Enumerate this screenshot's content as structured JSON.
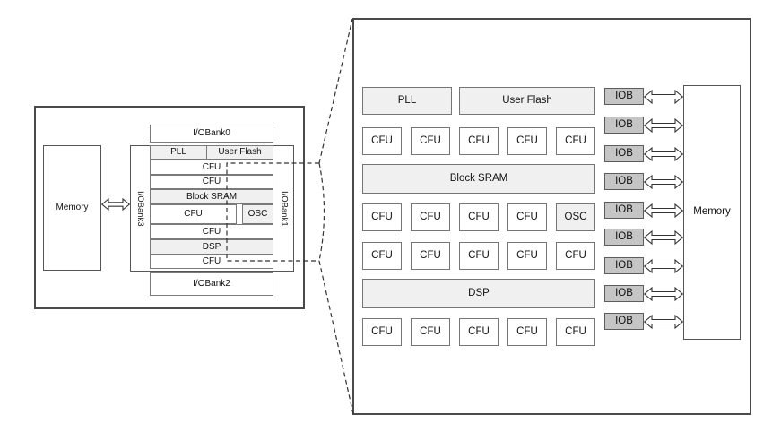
{
  "colors": {
    "background": "#ffffff",
    "macro_block_fill": "#f0f0f0",
    "iob_fill": "#c5c5c5",
    "outline_dark": "#4a4a4a",
    "outline_mid": "#757575",
    "text": "#111111"
  },
  "overview": {
    "memory_label": "Memory",
    "iobank0": "I/OBank0",
    "iobank1": "I/OBank1",
    "iobank2": "I/OBank2",
    "iobank3": "I/OBank3",
    "rows": [
      {
        "cells": [
          {
            "label": "PLL"
          },
          {
            "label": "User Flash"
          }
        ]
      },
      {
        "cells": [
          {
            "label": "CFU"
          }
        ]
      },
      {
        "cells": [
          {
            "label": "CFU"
          }
        ]
      },
      {
        "cells": [
          {
            "label": "Block SRAM"
          }
        ]
      },
      {
        "cells": [
          {
            "label": "CFU"
          },
          {
            "label": "OSC"
          }
        ]
      },
      {
        "cells": [
          {
            "label": "CFU"
          }
        ]
      },
      {
        "cells": [
          {
            "label": "DSP"
          }
        ]
      },
      {
        "cells": [
          {
            "label": "CFU"
          }
        ]
      }
    ]
  },
  "detail": {
    "memory_label": "Memory",
    "iob": [
      "IOB",
      "IOB",
      "IOB",
      "IOB",
      "IOB",
      "IOB",
      "IOB",
      "IOB",
      "IOB"
    ],
    "rows": [
      {
        "blocks": [
          {
            "label": "PLL"
          },
          {
            "label": "User Flash"
          }
        ]
      },
      {
        "blocks": [
          {
            "label": "CFU"
          },
          {
            "label": "CFU"
          },
          {
            "label": "CFU"
          },
          {
            "label": "CFU"
          },
          {
            "label": "CFU"
          }
        ]
      },
      {
        "blocks": [
          {
            "label": "Block SRAM"
          }
        ]
      },
      {
        "blocks": [
          {
            "label": "CFU"
          },
          {
            "label": "CFU"
          },
          {
            "label": "CFU"
          },
          {
            "label": "CFU"
          },
          {
            "label": "OSC"
          }
        ]
      },
      {
        "blocks": [
          {
            "label": "CFU"
          },
          {
            "label": "CFU"
          },
          {
            "label": "CFU"
          },
          {
            "label": "CFU"
          },
          {
            "label": "CFU"
          }
        ]
      },
      {
        "blocks": [
          {
            "label": "DSP"
          }
        ]
      },
      {
        "blocks": [
          {
            "label": "CFU"
          },
          {
            "label": "CFU"
          },
          {
            "label": "CFU"
          },
          {
            "label": "CFU"
          },
          {
            "label": "CFU"
          }
        ]
      }
    ]
  }
}
